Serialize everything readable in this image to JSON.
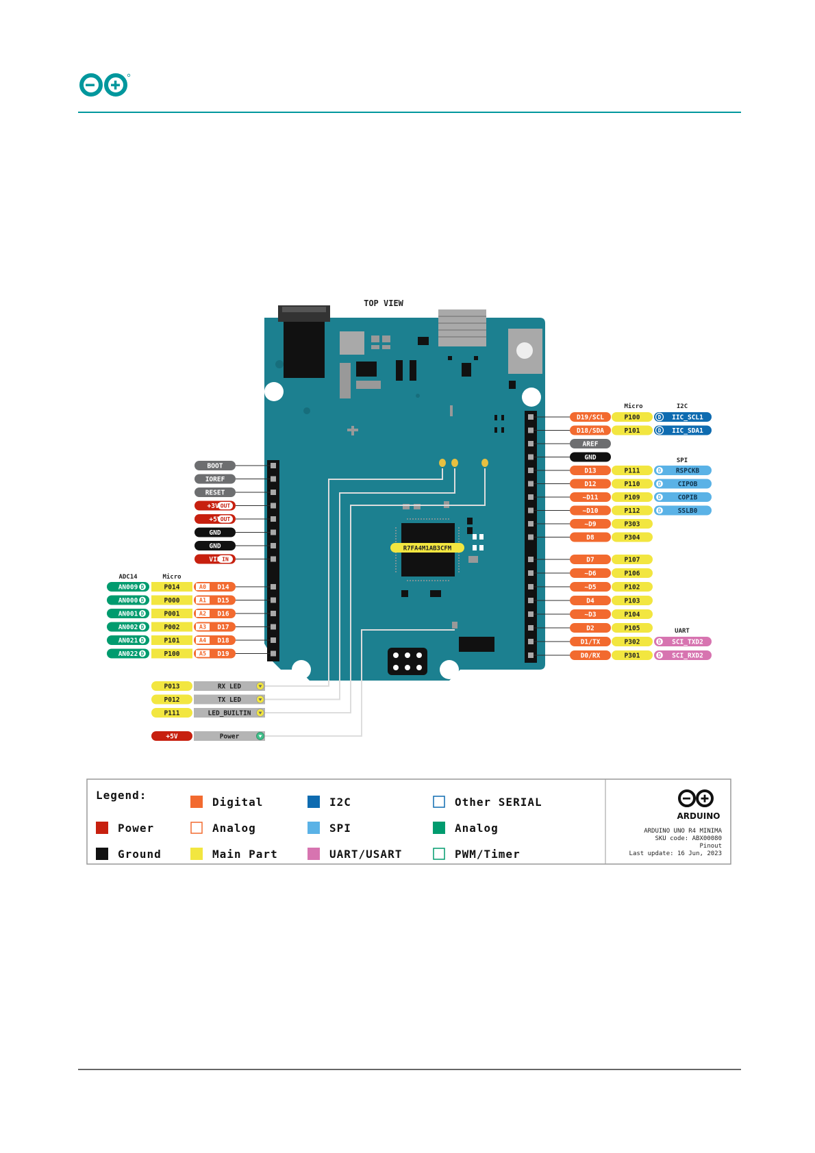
{
  "colors": {
    "teal": "#00979D",
    "board": "#1C8090",
    "digital": "#F26A2F",
    "power": "#C7200F",
    "ground": "#111111",
    "main": "#F2E640",
    "i2c": "#0E6BB0",
    "spi": "#5AB2E6",
    "uart": "#D774B0",
    "analog": "#009B6E",
    "pin_gray": "#6D6E70",
    "led_gray": "#B4B4B4"
  },
  "diagram": {
    "title": "TOP VIEW",
    "chip_label": "R7FA4M1AB3CFM",
    "left_power": [
      {
        "label": "BOOT",
        "kind": "gray"
      },
      {
        "label": "IOREF",
        "kind": "gray"
      },
      {
        "label": "RESET",
        "kind": "gray"
      },
      {
        "label": "+3V3",
        "kind": "power",
        "tag": "OUT"
      },
      {
        "label": "+5V",
        "kind": "power",
        "tag": "OUT"
      },
      {
        "label": "GND",
        "kind": "ground"
      },
      {
        "label": "GND",
        "kind": "ground"
      },
      {
        "label": "VIN",
        "kind": "power",
        "tag": "IN"
      }
    ],
    "left_analog_headers": {
      "adc": "ADC14",
      "micro": "Micro"
    },
    "left_analog": [
      {
        "adc": "AN009",
        "d": "D",
        "micro": "P014",
        "a": "A0",
        "dig": "D14"
      },
      {
        "adc": "AN000",
        "d": "D",
        "micro": "P000",
        "a": "A1",
        "dig": "D15"
      },
      {
        "adc": "AN001",
        "d": "D",
        "micro": "P001",
        "a": "A2",
        "dig": "D16"
      },
      {
        "adc": "AN002",
        "d": "D",
        "micro": "P002",
        "a": "A3",
        "dig": "D17"
      },
      {
        "adc": "AN021",
        "d": "D",
        "micro": "P101",
        "a": "A4",
        "dig": "D18"
      },
      {
        "adc": "AN022",
        "d": "D",
        "micro": "P100",
        "a": "A5",
        "dig": "D19"
      }
    ],
    "leds": [
      {
        "micro": "P013",
        "label": "RX LED",
        "icon": "led-icon"
      },
      {
        "micro": "P012",
        "label": "TX LED",
        "icon": "led-icon"
      },
      {
        "micro": "P111",
        "label": "LED_BUILTIN",
        "icon": "led-icon"
      }
    ],
    "power_led": {
      "micro": "+5V",
      "label": "Power"
    },
    "right_headers": {
      "micro": "Micro",
      "i2c": "I2C",
      "spi": "SPI",
      "uart": "UART"
    },
    "right_upper": [
      {
        "pin": "D19/SCL",
        "kind": "digital",
        "micro": "P100",
        "d": "D",
        "extra": "IIC_SCL1",
        "extra_kind": "i2c"
      },
      {
        "pin": "D18/SDA",
        "kind": "digital",
        "micro": "P101",
        "d": "D",
        "extra": "IIC_SDA1",
        "extra_kind": "i2c"
      },
      {
        "pin": "AREF",
        "kind": "gray"
      },
      {
        "pin": "GND",
        "kind": "ground"
      },
      {
        "pin": "D13",
        "kind": "digital",
        "micro": "P111",
        "d": "D",
        "extra": "RSPCKB",
        "extra_kind": "spi"
      },
      {
        "pin": "D12",
        "kind": "digital",
        "micro": "P110",
        "d": "D",
        "extra": "CIPOB",
        "extra_kind": "spi"
      },
      {
        "pin": "~D11",
        "kind": "digital",
        "micro": "P109",
        "d": "D",
        "extra": "COPIB",
        "extra_kind": "spi"
      },
      {
        "pin": "~D10",
        "kind": "digital",
        "micro": "P112",
        "d": "D",
        "extra": "SSLB0",
        "extra_kind": "spi"
      },
      {
        "pin": "~D9",
        "kind": "digital",
        "micro": "P303"
      },
      {
        "pin": "D8",
        "kind": "digital",
        "micro": "P304"
      }
    ],
    "right_lower": [
      {
        "pin": "D7",
        "kind": "digital",
        "micro": "P107"
      },
      {
        "pin": "~D6",
        "kind": "digital",
        "micro": "P106"
      },
      {
        "pin": "~D5",
        "kind": "digital",
        "micro": "P102"
      },
      {
        "pin": "D4",
        "kind": "digital",
        "micro": "P103"
      },
      {
        "pin": "~D3",
        "kind": "digital",
        "micro": "P104"
      },
      {
        "pin": "D2",
        "kind": "digital",
        "micro": "P105"
      },
      {
        "pin": "D1/TX",
        "kind": "digital",
        "micro": "P302",
        "d": "D",
        "extra": "SCI_TXD2",
        "extra_kind": "uart"
      },
      {
        "pin": "D0/RX",
        "kind": "digital",
        "micro": "P301",
        "d": "D",
        "extra": "SCI_RXD2",
        "extra_kind": "uart"
      }
    ]
  },
  "legend": {
    "title": "Legend:",
    "items": [
      {
        "label": "Power",
        "color": "#C7200F",
        "style": "fill"
      },
      {
        "label": "Ground",
        "color": "#111111",
        "style": "fill"
      },
      {
        "label": "Digital",
        "color": "#F26A2F",
        "style": "fill"
      },
      {
        "label": "Analog",
        "color": "#F26A2F",
        "style": "outline"
      },
      {
        "label": "Main Part",
        "color": "#F2E640",
        "style": "fill"
      },
      {
        "label": "I2C",
        "color": "#0E6BB0",
        "style": "fill"
      },
      {
        "label": "SPI",
        "color": "#5AB2E6",
        "style": "fill"
      },
      {
        "label": "UART/USART",
        "color": "#D774B0",
        "style": "fill"
      },
      {
        "label": "Other SERIAL",
        "color": "#0E6BB0",
        "style": "outline"
      },
      {
        "label": "Analog",
        "color": "#009B6E",
        "style": "fill"
      },
      {
        "label": "PWM/Timer",
        "color": "#009B6E",
        "style": "outline"
      }
    ]
  },
  "meta": {
    "brand": "ARDUINO",
    "product": "ARDUINO UNO R4 MINIMA",
    "sku": "SKU code: ABX00080",
    "doc": "Pinout",
    "updated": "Last update: 16 Jun, 2023"
  }
}
